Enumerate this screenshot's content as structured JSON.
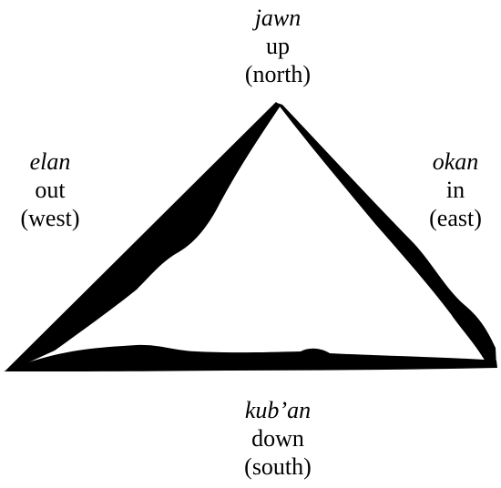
{
  "directions": {
    "top": {
      "term": "jawn",
      "gloss": "up",
      "direction": "(north)"
    },
    "left": {
      "term": "elan",
      "gloss": "out",
      "direction": "(west)"
    },
    "right": {
      "term": "okan",
      "gloss": "in",
      "direction": "(east)"
    },
    "bottom": {
      "term": "kub’an",
      "gloss": "down",
      "direction": "(south)"
    }
  },
  "colors": {
    "stroke": "#000000",
    "background": "#ffffff"
  }
}
